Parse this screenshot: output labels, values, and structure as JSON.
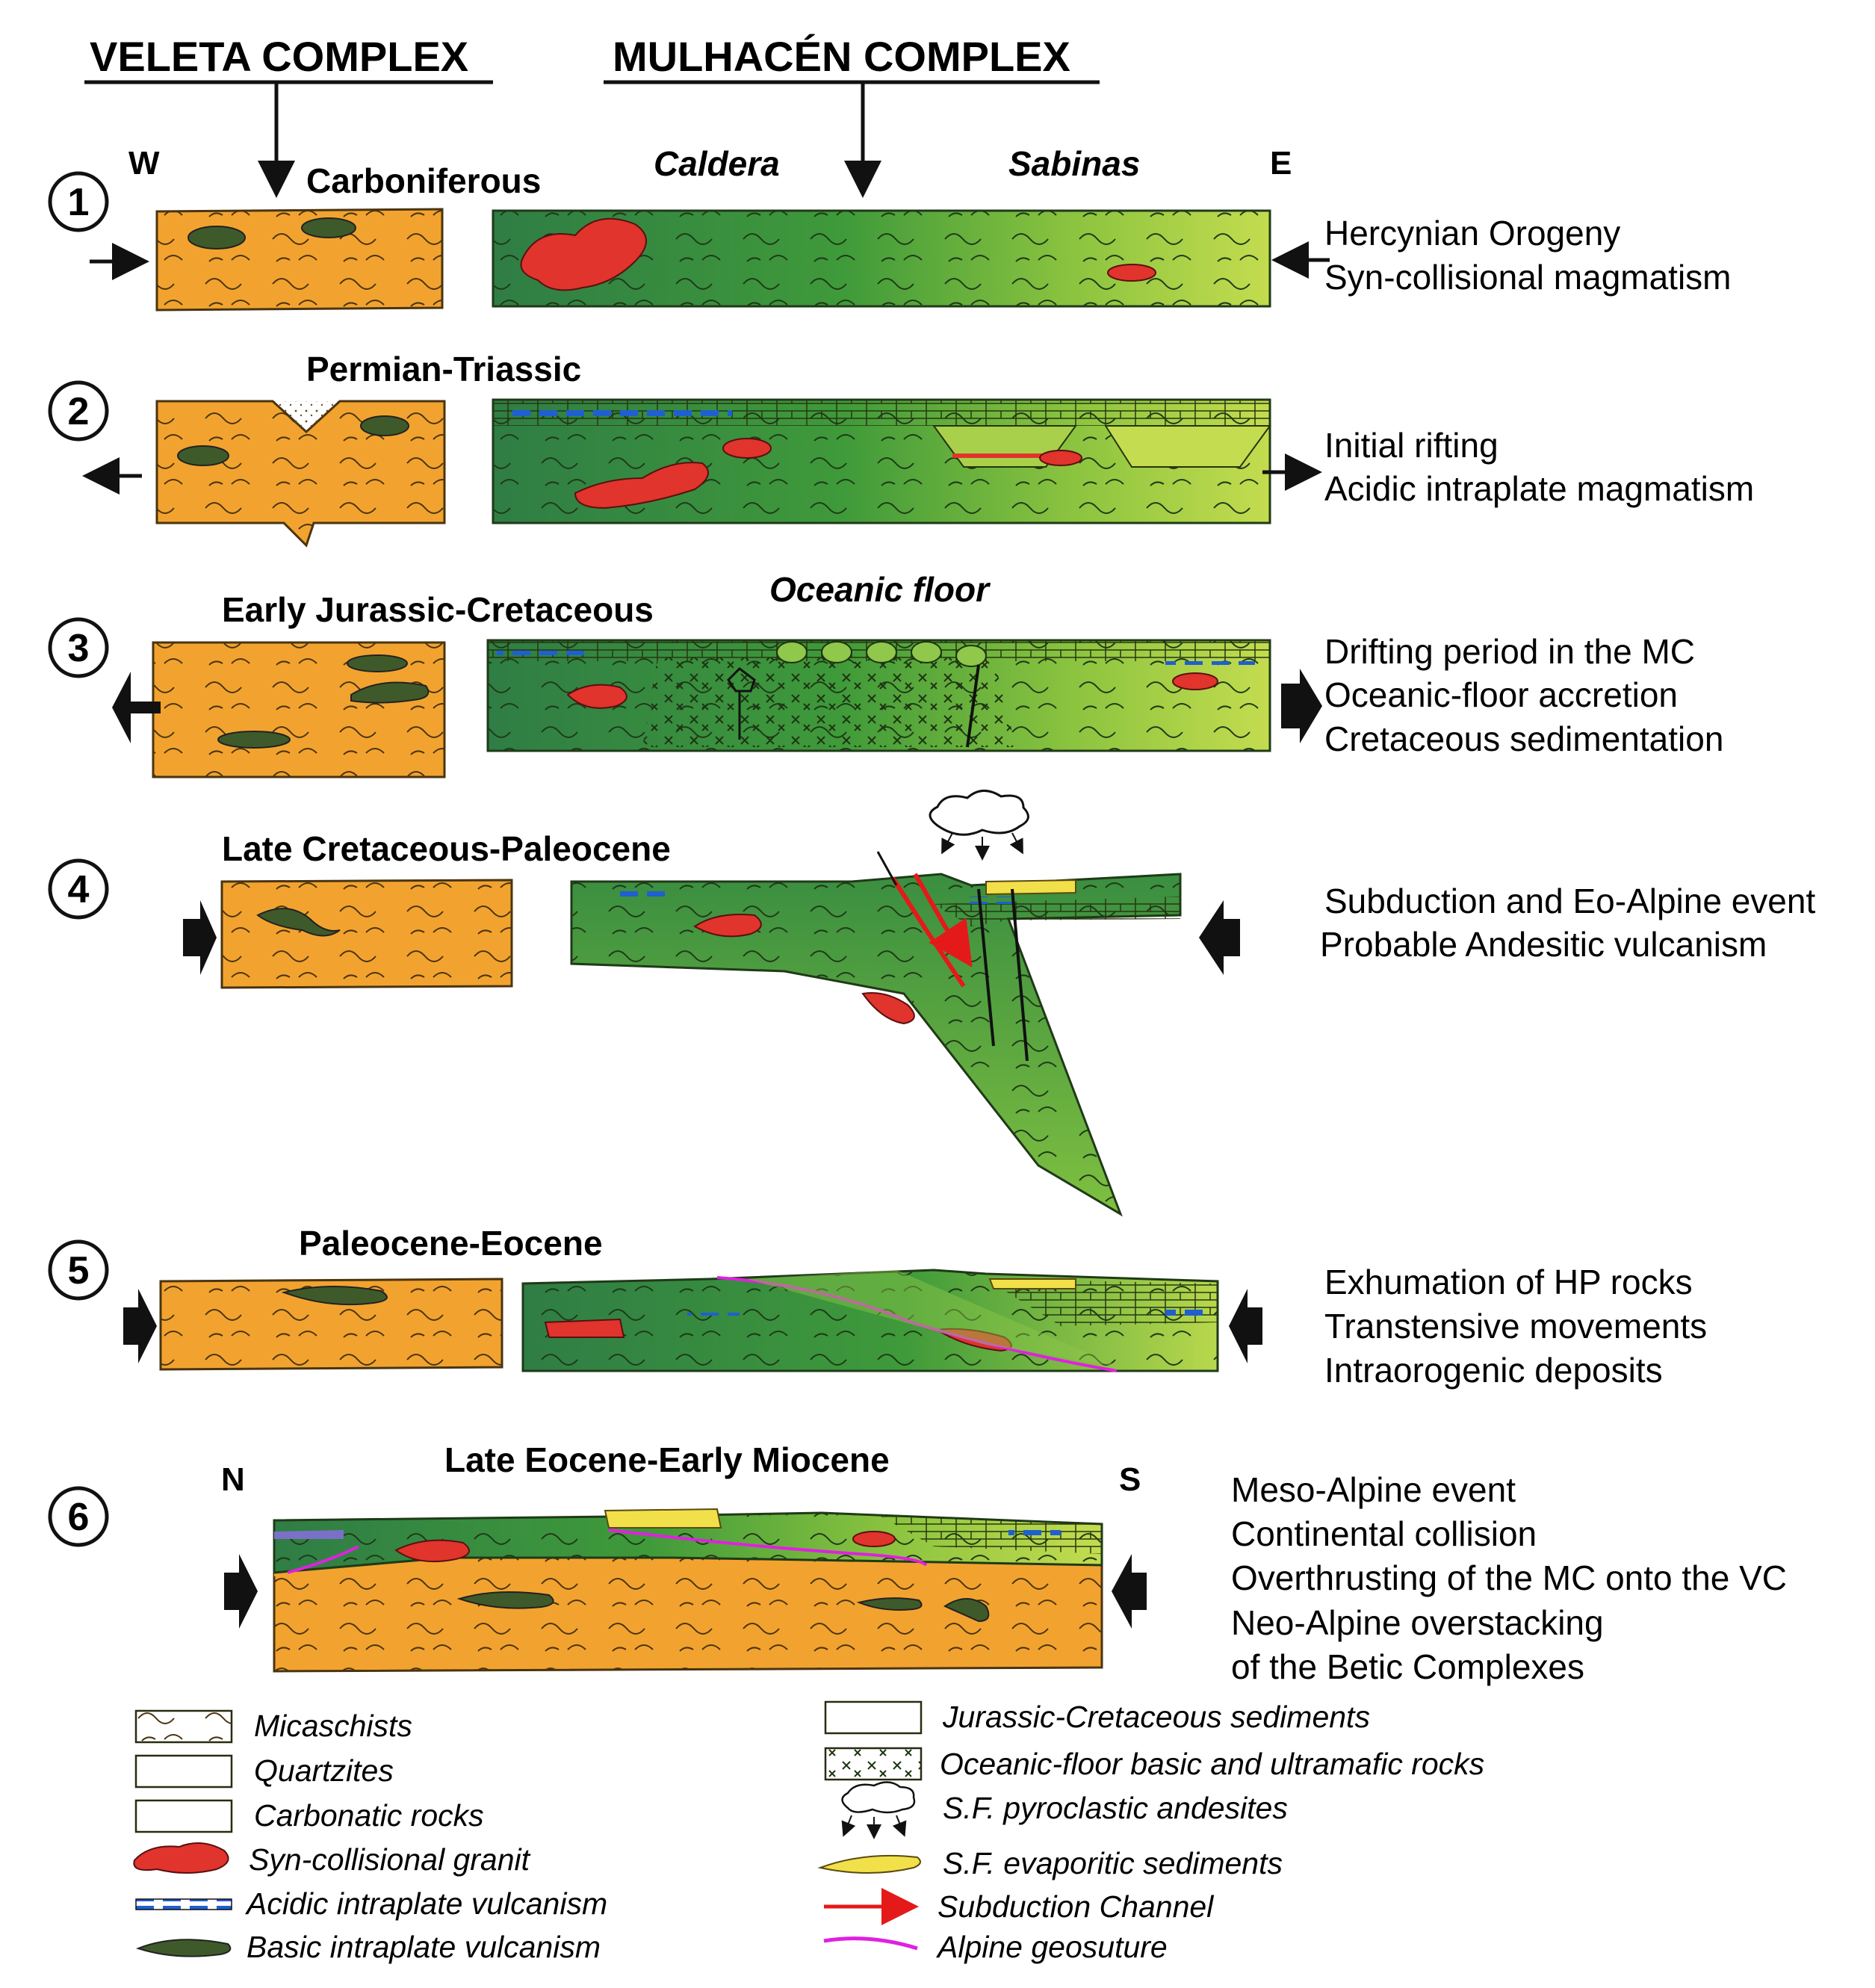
{
  "headers": {
    "veleta": "VELETA COMPLEX",
    "mulhacen": "MULHACÉN COMPLEX"
  },
  "compass": {
    "west": "W",
    "east": "E",
    "north": "N",
    "south": "S"
  },
  "sites": {
    "caldera": "Caldera",
    "sabinas": "Sabinas",
    "oceanic_floor": "Oceanic floor"
  },
  "stages": [
    {
      "number": "1",
      "period": "Carboniferous",
      "descriptions": [
        "Hercynian Orogeny",
        "Syn-collisional magmatism"
      ]
    },
    {
      "number": "2",
      "period": "Permian-Triassic",
      "descriptions": [
        "Initial rifting",
        "Acidic intraplate magmatism"
      ]
    },
    {
      "number": "3",
      "period": "Early Jurassic-Cretaceous",
      "descriptions": [
        "Drifting period in the MC",
        "Oceanic-floor accretion",
        "Cretaceous sedimentation"
      ]
    },
    {
      "number": "4",
      "period": "Late Cretaceous-Paleocene",
      "descriptions": [
        "Subduction and Eo-Alpine event",
        "Probable Andesitic vulcanism"
      ]
    },
    {
      "number": "5",
      "period": "Paleocene-Eocene",
      "descriptions": [
        "Exhumation of HP rocks",
        "Transtensive movements",
        "Intraorogenic deposits"
      ]
    },
    {
      "number": "6",
      "period": "Late Eocene-Early Miocene",
      "descriptions": [
        "Meso-Alpine event",
        "Continental collision",
        "Overthrusting of the MC onto the VC",
        "Neo-Alpine overstacking",
        "of the Betic Complexes"
      ]
    }
  ],
  "legend": {
    "left": [
      "Micaschists",
      "Quartzites",
      "Carbonatic rocks",
      "Syn-collisional granit",
      "Acidic intraplate vulcanism",
      "Basic intraplate vulcanism"
    ],
    "right": [
      "Jurassic-Cretaceous sediments",
      "Oceanic-floor basic and ultramafic rocks",
      "S.F. pyroclastic andesites",
      "S.F. evaporitic sediments",
      "Subduction Channel",
      "Alpine geosuture"
    ]
  },
  "colors": {
    "veleta_orange": "#f2a32f",
    "mulhacen_dark_green": "#2f7d45",
    "mulhacen_light_green": "#c4dc4f",
    "granite_red": "#e0342c",
    "acidic_blue": "#1f5fd0",
    "evaporite_yellow": "#f2e04a",
    "subduction_red": "#e41a1a",
    "geosuture_magenta": "#e020e0"
  }
}
